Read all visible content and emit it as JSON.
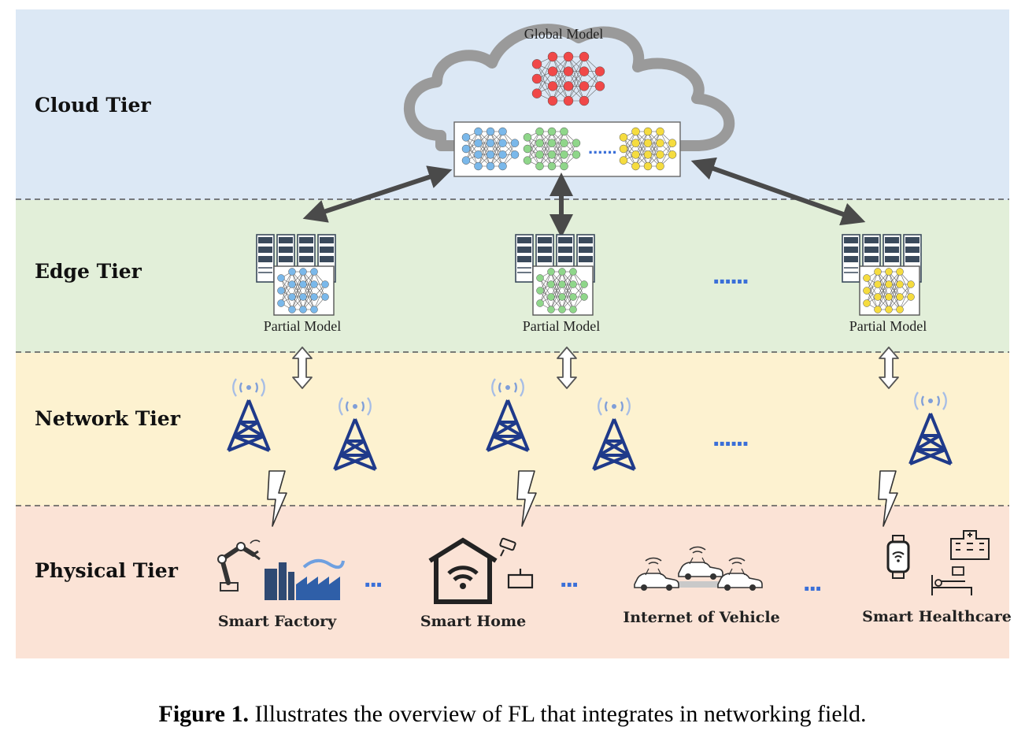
{
  "tiers": {
    "cloud": "Cloud Tier",
    "edge": "Edge Tier",
    "network": "Network Tier",
    "physical": "Physical Tier"
  },
  "cloud": {
    "global_model_label": "Global Model",
    "dots": "......"
  },
  "edge": {
    "partial_model_label": "Partial Model",
    "dots": "......"
  },
  "network": {
    "dots": "......"
  },
  "physical": {
    "scenarios": [
      "Smart Factory",
      "Smart Home",
      "Internet of Vehicle",
      "Smart Healthcare"
    ],
    "dots": "..."
  },
  "caption": {
    "figure_label": "Figure 1.",
    "text": " Illustrates the overview of FL that integrates in networking field."
  },
  "colors": {
    "cloud_band": "#dce8f5",
    "edge_band": "#e2efd9",
    "network_band": "#fdf2d0",
    "physical_band": "#fbe3d6",
    "global_nn": "#f04848",
    "blue_nn": "#7ab8ea",
    "green_nn": "#8fd68a",
    "yellow_nn": "#f5dc3f",
    "tower": "#1f3a8a",
    "arrow": "#4a4a4a",
    "dots": "#3a6fd8"
  }
}
